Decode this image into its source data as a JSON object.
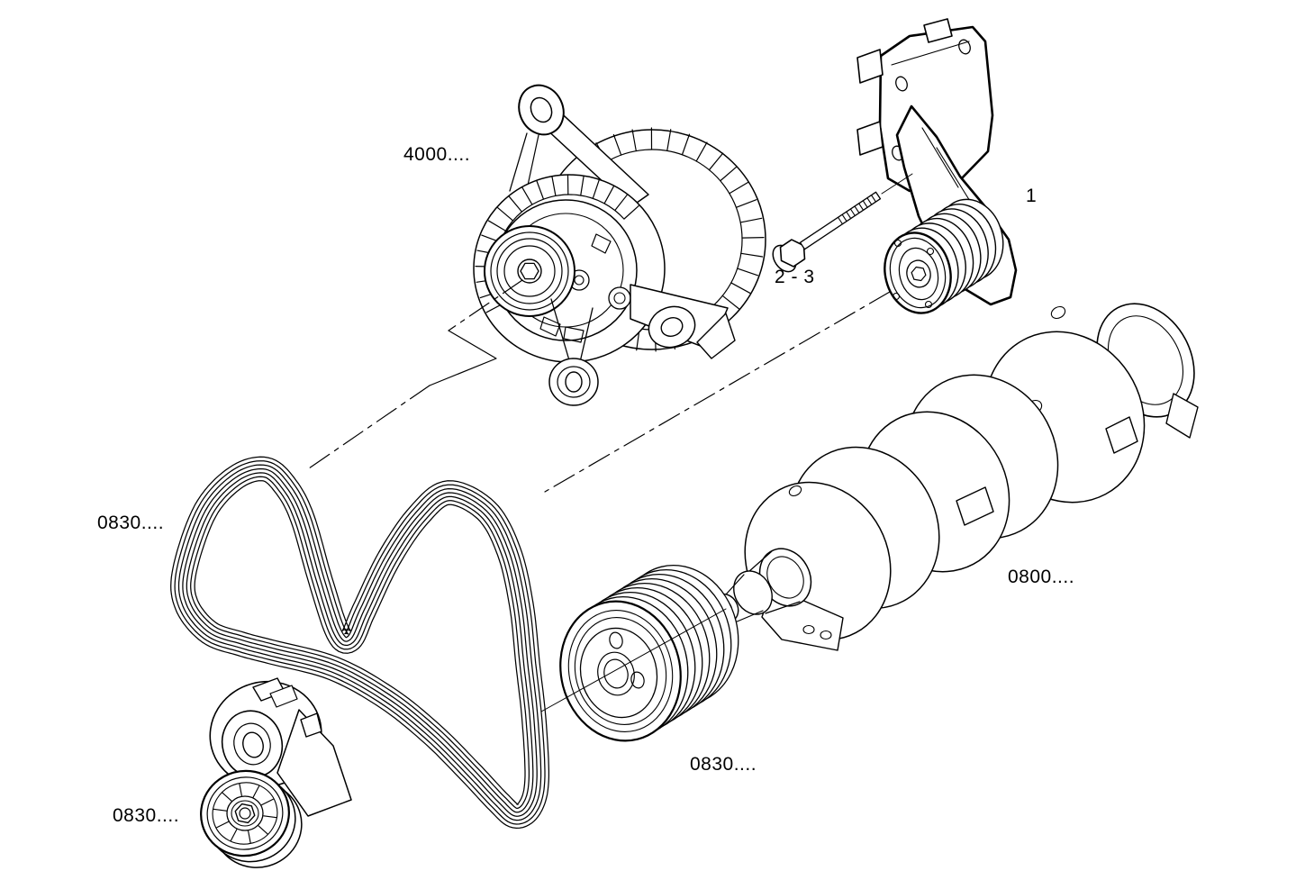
{
  "figure": {
    "background": "#ffffff",
    "line_color": "#000000",
    "labels": [
      {
        "text": "4000...."
      },
      {
        "text": "1"
      },
      {
        "text": "2 - 3"
      },
      {
        "text": "0830...."
      },
      {
        "text": "0800...."
      },
      {
        "text": "0830...."
      },
      {
        "text": "0830...."
      }
    ]
  }
}
